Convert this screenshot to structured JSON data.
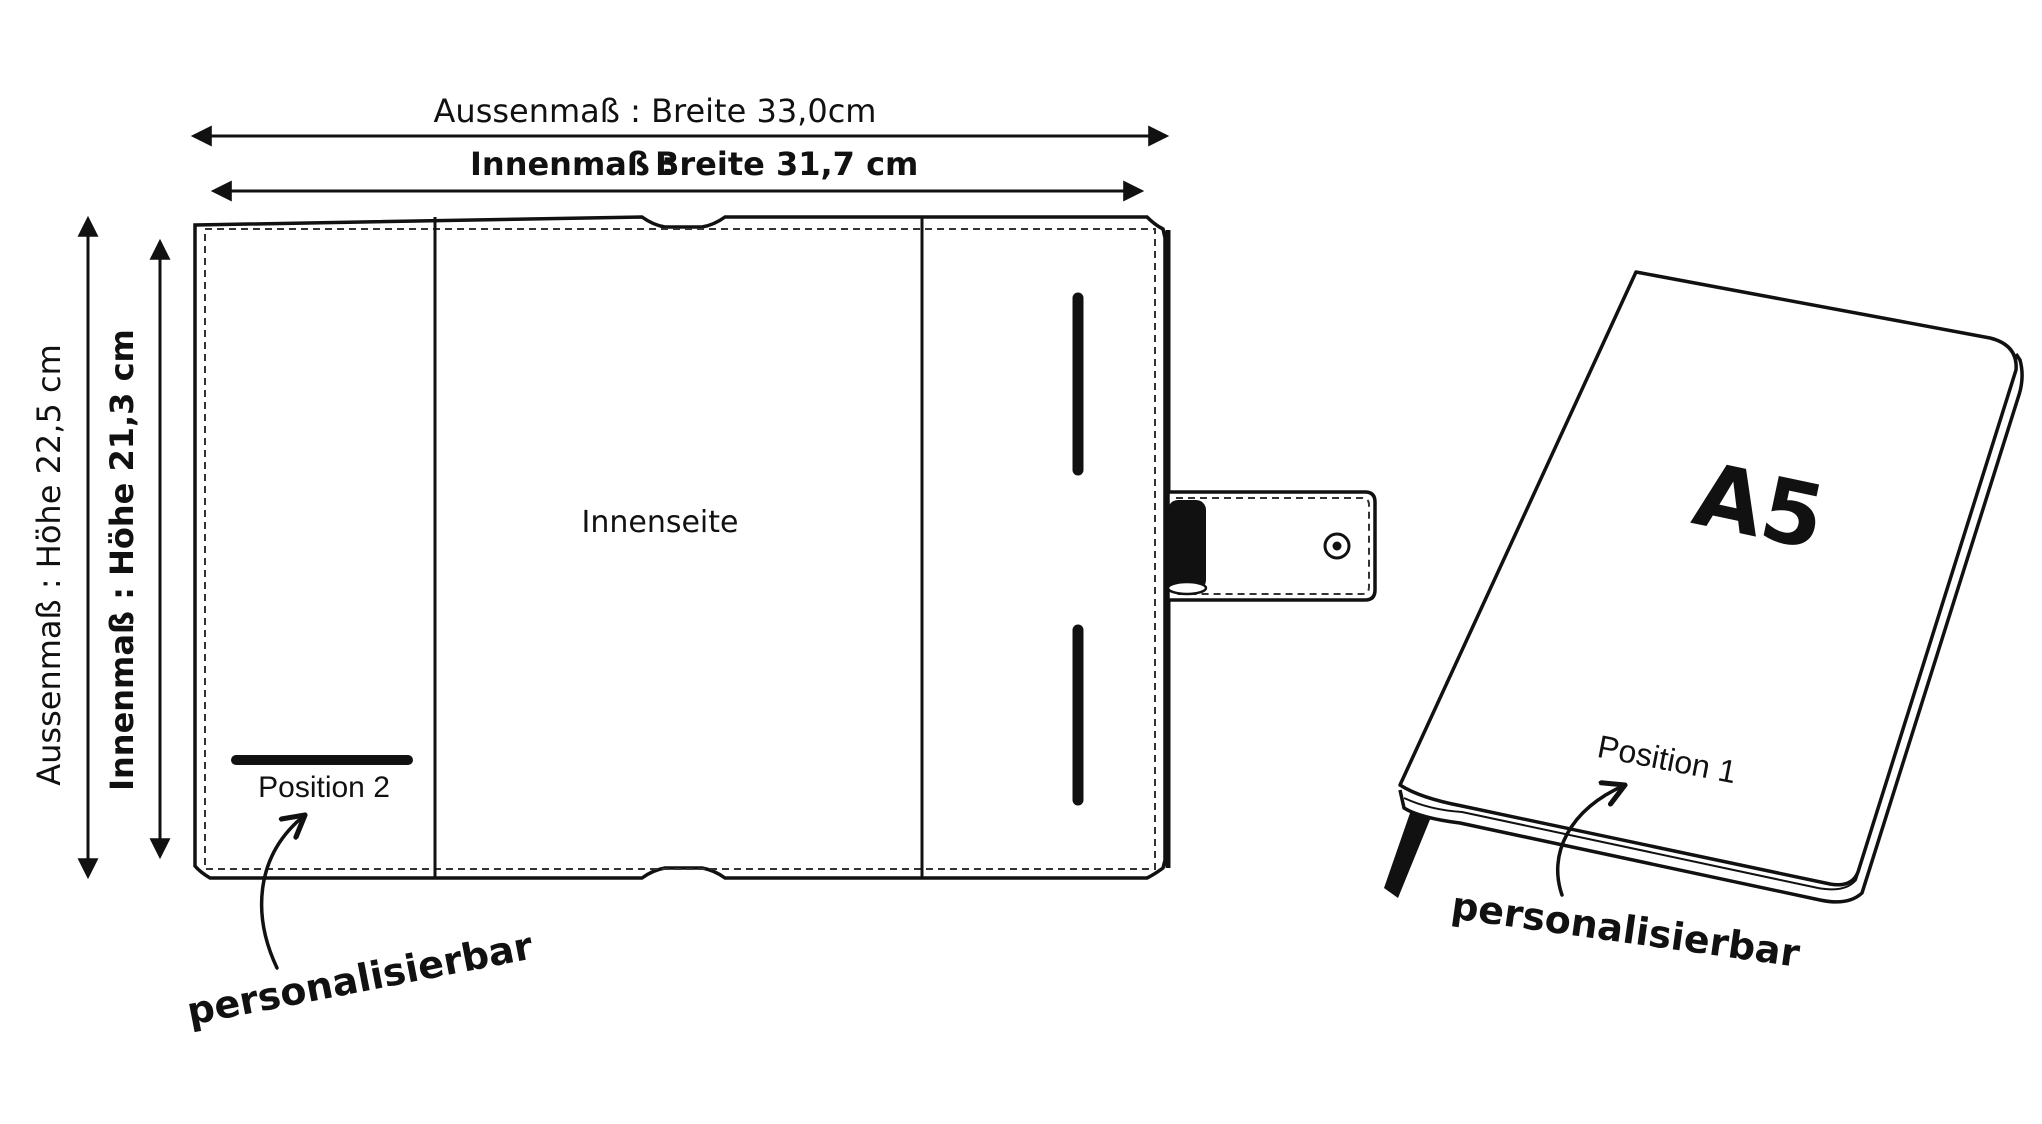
{
  "colors": {
    "ink": "#111111",
    "paper": "#ffffff"
  },
  "dimensions": {
    "outer_width": "Aussenmaß : Breite 33,0cm",
    "inner_width_label": "Innenmaß :",
    "inner_width_value": "Breite 31,7 cm",
    "outer_height": "Aussenmaß : Höhe 22,5 cm",
    "inner_height": "Innenmaß : Höhe 21,3 cm"
  },
  "cover": {
    "center_label": "Innenseite",
    "position_label": "Position 2",
    "personalize_label": "personalisierbar"
  },
  "notebook": {
    "format_label": "A5",
    "position_label": "Position 1",
    "personalize_label": "personalisierbar"
  }
}
